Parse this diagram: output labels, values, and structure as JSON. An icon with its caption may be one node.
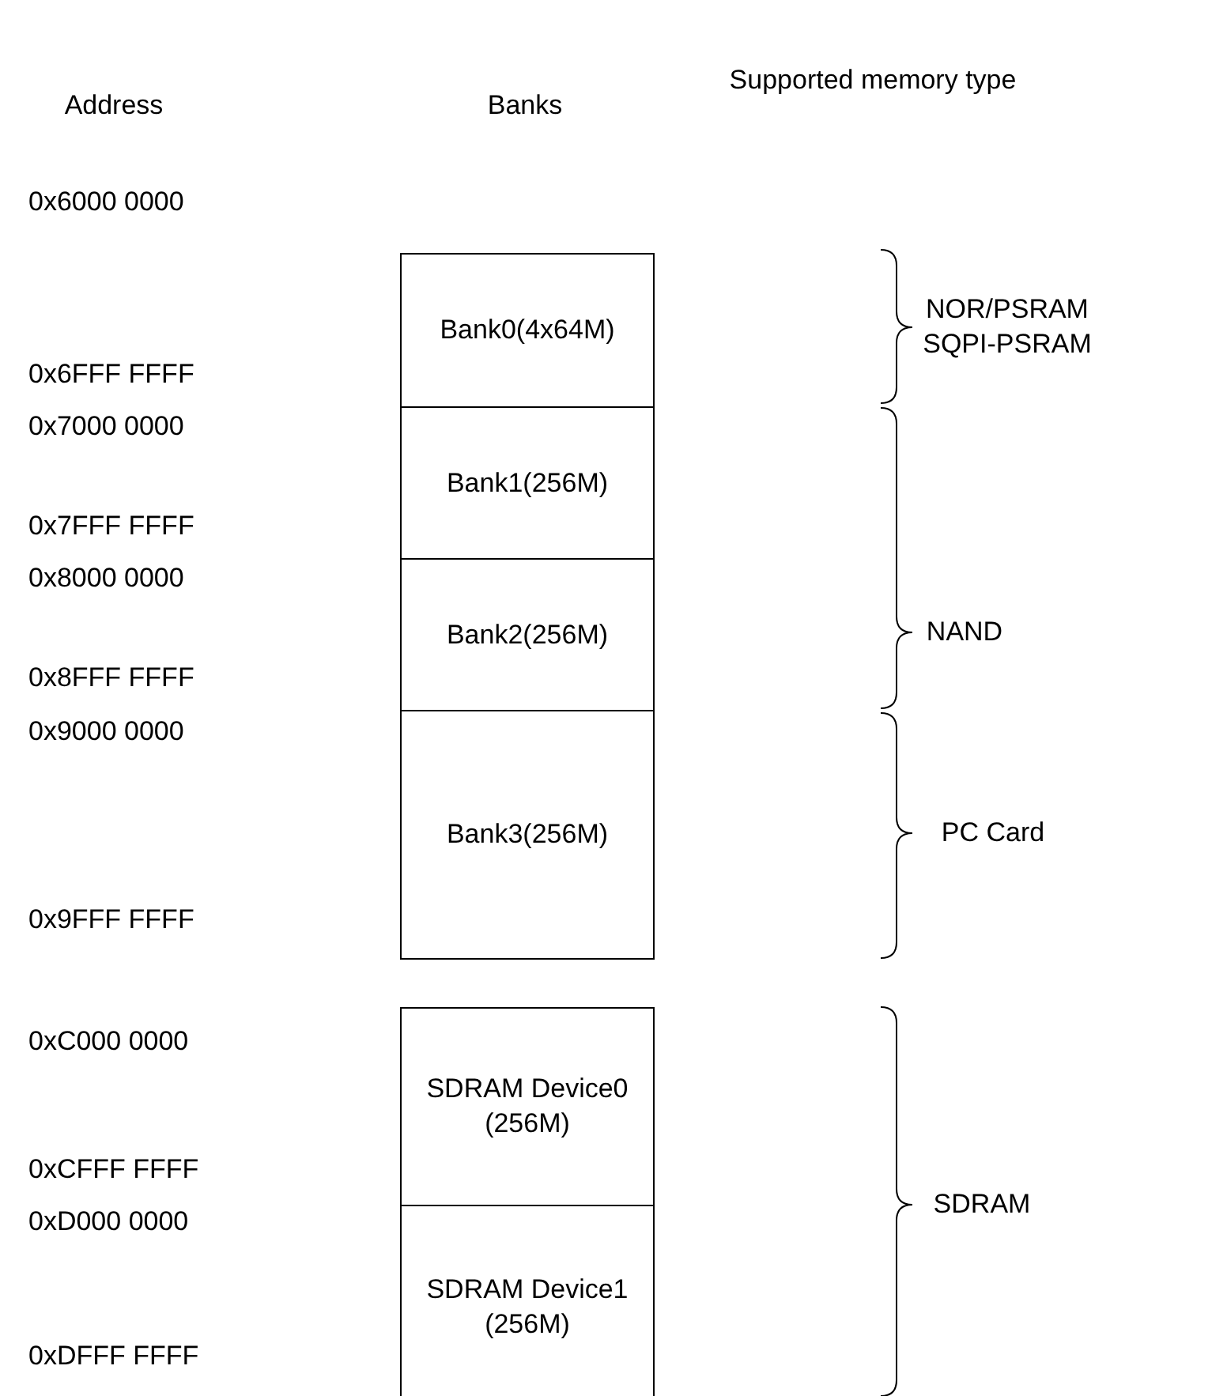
{
  "diagram": {
    "nodes": [
      {
        "text": [
          "Bank0(4x64M)"
        ]
      },
      {
        "text": [
          "Bank1(256M)"
        ]
      },
      {
        "text": [
          "Bank2(256M)"
        ]
      },
      {
        "text": [
          "Bank3(256M)"
        ]
      },
      {
        "text": [
          "SDRAM Device0 (256M)"
        ]
      },
      {
        "text": [
          "SDRAM Device1 (256M)"
        ]
      }
    ],
    "edges": [],
    "labels": [
      "Address",
      "Banks",
      "Supported memory type",
      "0x6000 0000",
      "NOR/PSRAM SQPI-PSRAM",
      "0x6FFF FFFF",
      "0x7000 0000",
      "0x7FFF FFFF",
      "NAND",
      "0x8000 0000",
      "0x8FFF FFFF",
      "0x9000 0000",
      "PC Card",
      "0x9FFF FFFF",
      "0xC000 0000",
      "0xCFFF FFFF",
      "0xD000 0000",
      "SDRAM",
      "0xDFFF FFFF"
    ]
  }
}
